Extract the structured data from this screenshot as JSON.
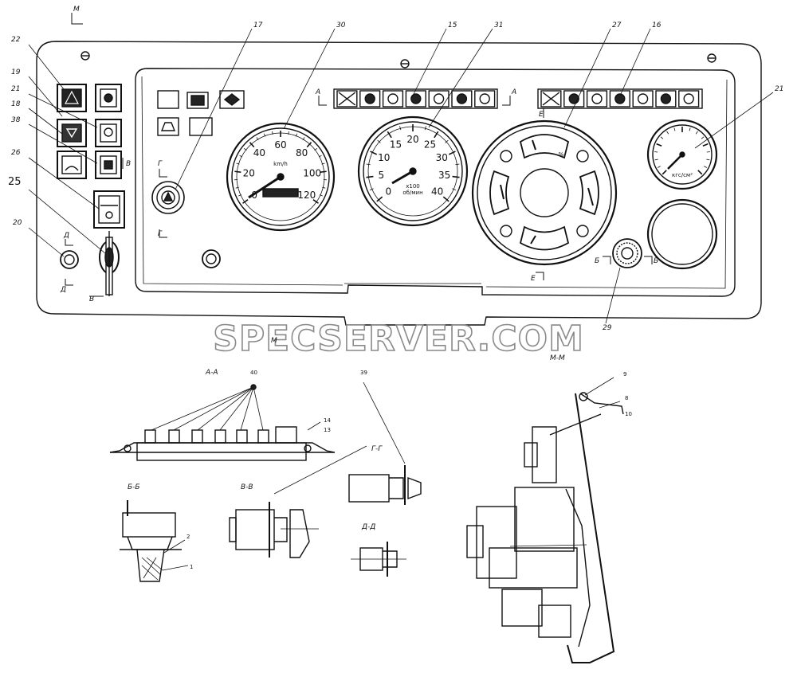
{
  "watermark": "SPECSERVER.COM",
  "callouts": {
    "c22": "22",
    "c19": "19",
    "c21": "21",
    "c18": "18",
    "c38": "38",
    "c26": "26",
    "c25": "25",
    "c20": "20",
    "c17": "17",
    "c30": "30",
    "c15": "15",
    "c31": "31",
    "c27": "27",
    "c16": "16",
    "c21r": "21",
    "c29": "29",
    "c40": "40",
    "c39": "39",
    "c14": "14",
    "c13": "13",
    "c2": "2",
    "c1": "1",
    "c9": "9",
    "c8": "8",
    "c10": "10"
  },
  "section_marks": {
    "m_top": "М",
    "m_bottom": "М",
    "a_left": "А",
    "a_right": "А",
    "g_top": "Г",
    "g_bottom": "Г",
    "d_top": "Д",
    "d_bottom": "Д",
    "v_bottom": "В",
    "v_right": "В",
    "b_left": "Б",
    "b_right": "Б",
    "e_bottom": "Е",
    "e_top": "Е"
  },
  "section_titles": {
    "aa": "А-А",
    "bb": "Б-Б",
    "vv": "В-В",
    "gg": "Г-Г",
    "dd": "Д-Д",
    "mm": "М-М"
  },
  "speedometer": {
    "ticks": [
      "0",
      "20",
      "40",
      "60",
      "80",
      "100",
      "120"
    ],
    "unit": "km/h"
  },
  "tachometer": {
    "ticks": [
      "0",
      "5",
      "10",
      "15",
      "20",
      "25",
      "30",
      "35",
      "40"
    ],
    "multiplier": "x100",
    "unit": "об/мин"
  },
  "pressure_gauge": {
    "unit": "кгс/см²"
  },
  "combo_gauge": {
    "top_unit": "%"
  }
}
